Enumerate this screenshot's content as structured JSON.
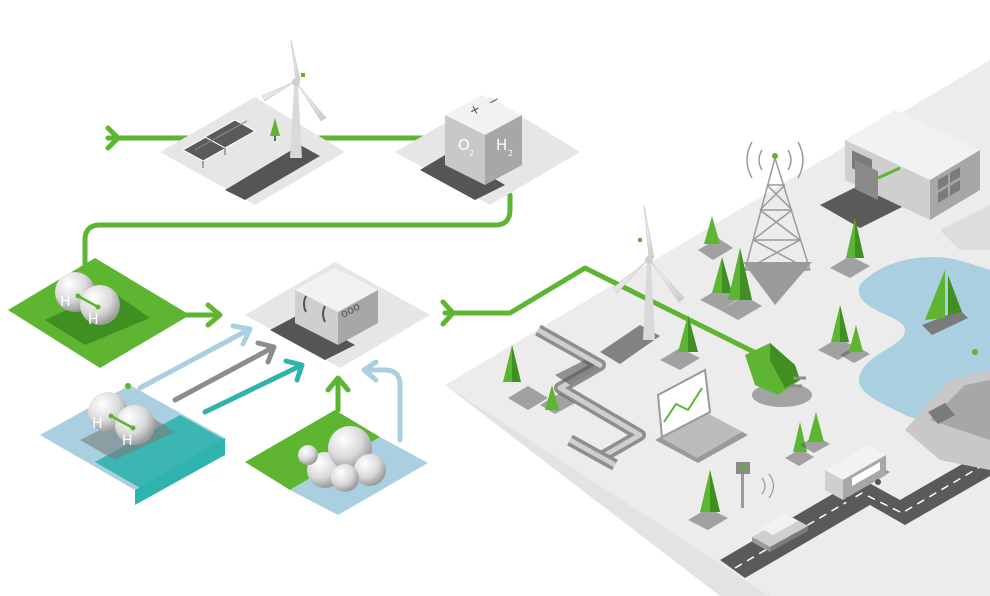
{
  "electrolyzer": {
    "oxygen_symbol": "O",
    "oxygen_sub": "2",
    "hydrogen_symbol": "H",
    "hydrogen_sub": "2",
    "plus_sign": "+",
    "minus_sign": "−"
  },
  "molecule": {
    "atom_a": "H",
    "atom_b": "H"
  },
  "fuel_cell": {
    "outlet_text": "ooo"
  },
  "colors": {
    "green": "#5db531",
    "dark_green": "#3f8f22",
    "light_blue": "#a9cfe0",
    "teal": "#2fb3ad",
    "gray_arrow": "#8c8c8c",
    "ground": "#ececec"
  }
}
